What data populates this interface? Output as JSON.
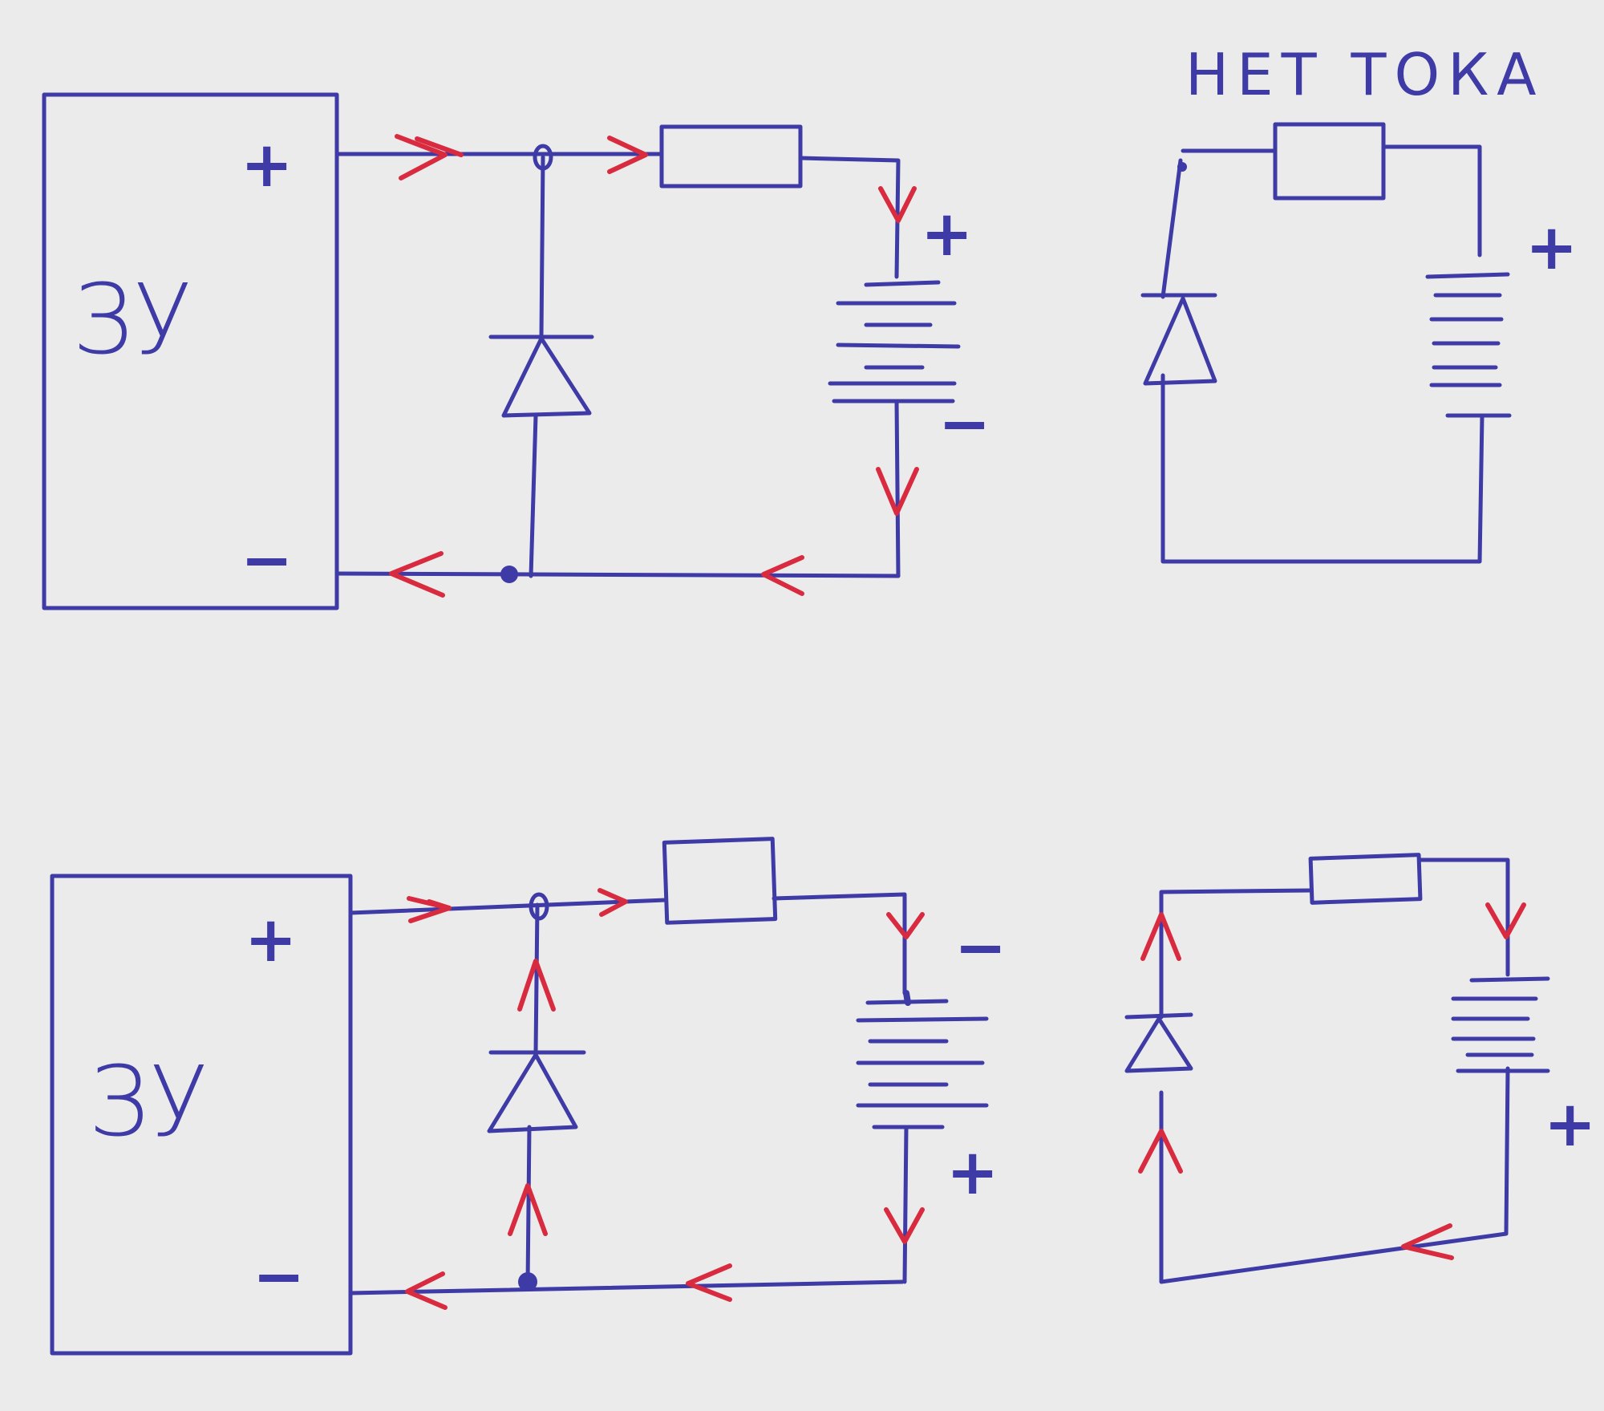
{
  "caption": "НЕТ ТОКА",
  "top_circuit": {
    "supply_label": "ЗУ",
    "supply_plus": "+",
    "supply_minus": "−",
    "battery_plus": "+",
    "battery_minus": "−"
  },
  "top_right_circuit": {
    "battery_plus": "+"
  },
  "bottom_circuit": {
    "supply_label": "ЗУ",
    "supply_plus": "+",
    "supply_minus": "−",
    "battery_minus": "−",
    "battery_plus": "+"
  },
  "bottom_right_circuit": {
    "battery_plus": "+"
  },
  "colors": {
    "paper": "#ebebeb",
    "ink": "#3e3aa6",
    "current_arrows": "#d92b3f"
  }
}
